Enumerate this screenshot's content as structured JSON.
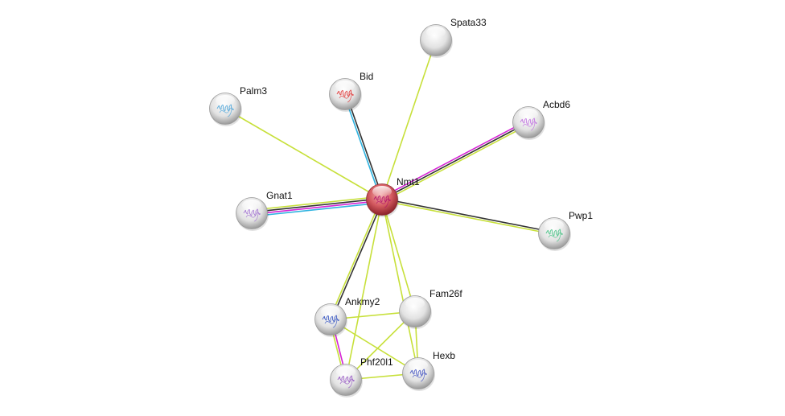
{
  "network": {
    "edge_colors": {
      "textmining": "#c7e03a",
      "coexpression": "#333333",
      "experiments": "#d521d5",
      "databases": "#2fb3e0"
    },
    "nodes": [
      {
        "id": "Nmt1",
        "label": "Nmt1",
        "color": "#d9545a",
        "center": true,
        "structure": "#b0106a"
      },
      {
        "id": "Spata33",
        "label": "Spata33",
        "color": "#e8e8e8",
        "structure": null
      },
      {
        "id": "Bid",
        "label": "Bid",
        "color": "#e8e8e8",
        "structure": "#e03030"
      },
      {
        "id": "Palm3",
        "label": "Palm3",
        "color": "#e8e8e8",
        "structure": "#4aa3d8"
      },
      {
        "id": "Acbd6",
        "label": "Acbd6",
        "color": "#e8e8e8",
        "structure": "#c070e0"
      },
      {
        "id": "Gnat1",
        "label": "Gnat1",
        "color": "#e8e8e8",
        "structure": "#a070d0"
      },
      {
        "id": "Pwp1",
        "label": "Pwp1",
        "color": "#e8e8e8",
        "structure": "#40c080"
      },
      {
        "id": "Ankmy2",
        "label": "Ankmy2",
        "color": "#e8e8e8",
        "structure": "#3050c0"
      },
      {
        "id": "Fam26f",
        "label": "Fam26f",
        "color": "#e8e8e8",
        "structure": null
      },
      {
        "id": "Phf20l1",
        "label": "Phf20l1",
        "color": "#e8e8e8",
        "structure": "#9050c0"
      },
      {
        "id": "Hexb",
        "label": "Hexb",
        "color": "#e8e8e8",
        "structure": "#4050c0"
      }
    ],
    "edges": [
      {
        "source": "Nmt1",
        "target": "Spata33",
        "evidence": [
          "textmining"
        ]
      },
      {
        "source": "Nmt1",
        "target": "Bid",
        "evidence": [
          "databases",
          "coexpression"
        ]
      },
      {
        "source": "Nmt1",
        "target": "Palm3",
        "evidence": [
          "textmining"
        ]
      },
      {
        "source": "Nmt1",
        "target": "Acbd6",
        "evidence": [
          "experiments",
          "coexpression",
          "textmining"
        ]
      },
      {
        "source": "Nmt1",
        "target": "Gnat1",
        "evidence": [
          "databases",
          "experiments",
          "coexpression",
          "textmining"
        ]
      },
      {
        "source": "Nmt1",
        "target": "Pwp1",
        "evidence": [
          "coexpression",
          "textmining"
        ]
      },
      {
        "source": "Nmt1",
        "target": "Ankmy2",
        "evidence": [
          "coexpression",
          "textmining"
        ]
      },
      {
        "source": "Nmt1",
        "target": "Fam26f",
        "evidence": [
          "textmining"
        ]
      },
      {
        "source": "Nmt1",
        "target": "Phf20l1",
        "evidence": [
          "textmining"
        ]
      },
      {
        "source": "Nmt1",
        "target": "Hexb",
        "evidence": [
          "textmining"
        ]
      },
      {
        "source": "Ankmy2",
        "target": "Fam26f",
        "evidence": [
          "textmining"
        ]
      },
      {
        "source": "Ankmy2",
        "target": "Hexb",
        "evidence": [
          "textmining"
        ]
      },
      {
        "source": "Ankmy2",
        "target": "Phf20l1",
        "evidence": [
          "experiments",
          "textmining"
        ]
      },
      {
        "source": "Fam26f",
        "target": "Phf20l1",
        "evidence": [
          "textmining"
        ]
      },
      {
        "source": "Fam26f",
        "target": "Hexb",
        "evidence": [
          "textmining"
        ]
      },
      {
        "source": "Phf20l1",
        "target": "Hexb",
        "evidence": [
          "textmining"
        ]
      }
    ]
  }
}
